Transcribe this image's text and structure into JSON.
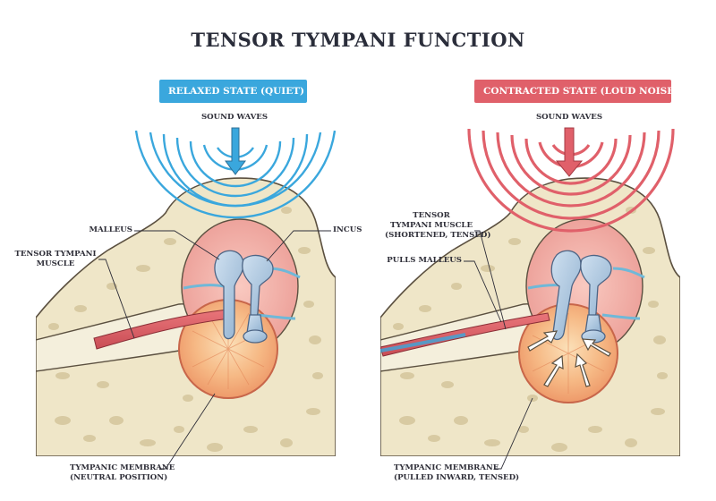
{
  "title": "TENSOR TYMPANI FUNCTION",
  "left_panel": {
    "state_label": "RELAXED STATE (QUIET)",
    "sound_waves": "SOUND WAVES",
    "malleus": "MALLEUS",
    "incus": "INCUS",
    "muscle_line1": "TENSOR TYMPANI",
    "muscle_line2": "MUSCLE",
    "membrane_line1": "TYMPANIC MEMBRANE",
    "membrane_line2": "(NEUTRAL POSITION)"
  },
  "right_panel": {
    "state_label": "CONTRACTED STATE (LOUD NOISE)",
    "sound_waves": "SOUND WAVES",
    "muscle_line1": "TENSOR",
    "muscle_line2": "TYMPANI MUSCLE",
    "muscle_line3": "(SHORTENED, TENSED)",
    "pulls_malleus": "PULLS MALLEUS",
    "membrane_line1": "TYMPANIC MEMBRANE",
    "membrane_line2": "(PULLED INWARD, TENSED)"
  },
  "colors": {
    "relaxed_accent": "#3aa7dd",
    "contracted_accent": "#e0606a",
    "bone": "#efe6c8",
    "membrane": "#f2a36c",
    "ossicles": "#a9c3dc"
  }
}
